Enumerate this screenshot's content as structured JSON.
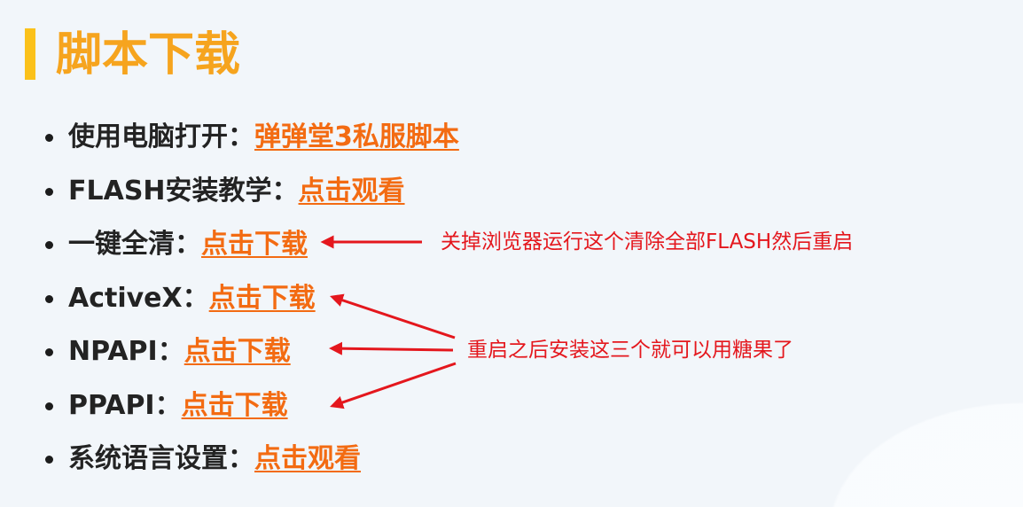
{
  "heading": {
    "title": "脚本下载"
  },
  "items": [
    {
      "label": "使用电脑打开：",
      "link": "弹弹堂3私服脚本"
    },
    {
      "label": "FLASH安装教学：",
      "link": "点击观看"
    },
    {
      "label": "一键全清：",
      "link": "点击下载"
    },
    {
      "label": "ActiveX：",
      "link": "点击下载"
    },
    {
      "label": "NPAPI：",
      "link": "点击下载"
    },
    {
      "label": "PPAPI：",
      "link": "点击下载"
    },
    {
      "label": "系统语言设置：",
      "link": "点击观看"
    }
  ],
  "annotations": {
    "clean_note": "关掉浏览器运行这个清除全部FLASH然后重启",
    "install_note": "重启之后安装这三个就可以用糖果了"
  },
  "colors": {
    "background": "#f2f6fa",
    "heading": "#f6a41e",
    "bar": "#fbc11a",
    "text": "#232323",
    "link": "#f36b12",
    "note": "#e4171d"
  }
}
